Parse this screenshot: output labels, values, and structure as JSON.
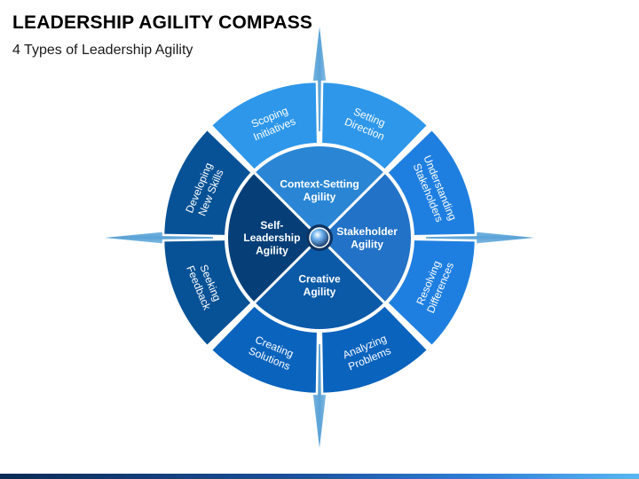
{
  "header": {
    "title": "LEADERSHIP AGILITY COMPASS",
    "subtitle": "4 Types of Leadership Agility"
  },
  "compass": {
    "inner_quadrants": [
      {
        "id": "context",
        "lines": [
          "Context-Setting",
          "Agility"
        ]
      },
      {
        "id": "stakeholder",
        "lines": [
          "Stakeholder",
          "Agility"
        ]
      },
      {
        "id": "creative",
        "lines": [
          "Creative",
          "Agility"
        ]
      },
      {
        "id": "self",
        "lines": [
          "Self-",
          "Leadership",
          "Agility"
        ]
      }
    ],
    "outer_segments": [
      {
        "id": "setting-direction",
        "lines": [
          "Setting",
          "Direction"
        ]
      },
      {
        "id": "understanding-stakeholders",
        "lines": [
          "Understanding",
          "Stakeholders"
        ]
      },
      {
        "id": "resolving-differences",
        "lines": [
          "Resolving",
          "Differences"
        ]
      },
      {
        "id": "analyzing-problems",
        "lines": [
          "Analyzing",
          "Problems"
        ]
      },
      {
        "id": "creating-solutions",
        "lines": [
          "Creating",
          "Solutions"
        ]
      },
      {
        "id": "seeking-feedback",
        "lines": [
          "Seeking",
          "Feedback"
        ]
      },
      {
        "id": "developing-new-skills",
        "lines": [
          "Developing",
          "New Skills"
        ]
      },
      {
        "id": "scoping-initiatives",
        "lines": [
          "Scoping",
          "Initiatives"
        ]
      }
    ],
    "colors": {
      "outer": [
        "#2e97ea",
        "#1f7fe0",
        "#1f7fe0",
        "#0a63bd",
        "#0a63bd",
        "#075296",
        "#075296",
        "#2e97ea"
      ],
      "inner": [
        "#2a86d4",
        "#2272c7",
        "#0b5aa8",
        "#063f78"
      ],
      "compass_point": "#5ea7d8",
      "center_dot": "#0e3463"
    }
  }
}
